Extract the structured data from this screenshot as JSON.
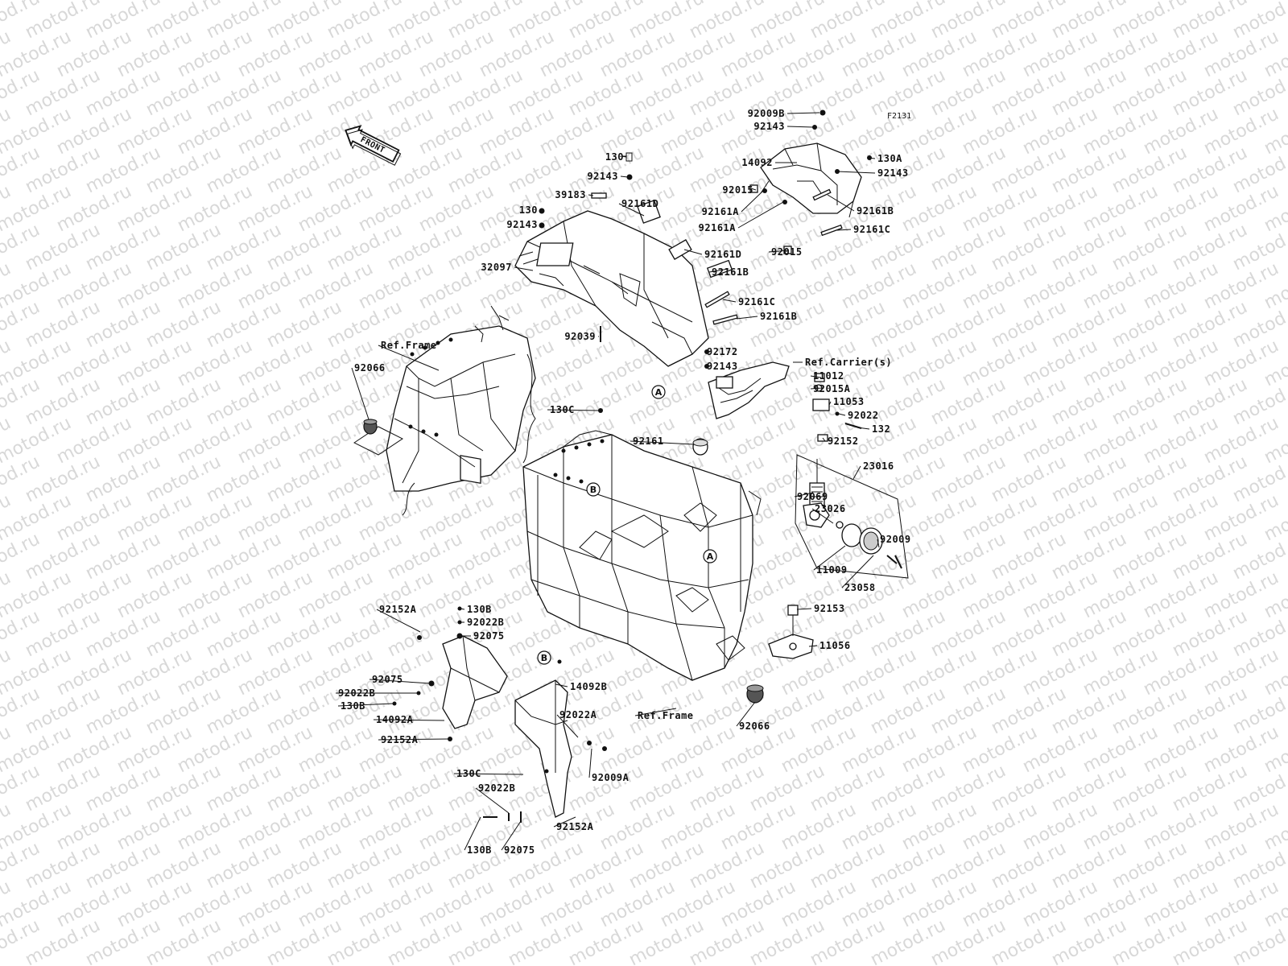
{
  "diagram": {
    "figure_code": "F2131",
    "front_arrow_label": "FRONT",
    "watermark_text": "motod.ru",
    "callouts": [
      "A",
      "A",
      "B",
      "B"
    ],
    "labels": [
      "92009B",
      "92143",
      "130",
      "130A",
      "14092",
      "92143",
      "92143",
      "39183",
      "92015",
      "92161D",
      "130",
      "92161A",
      "92161B",
      "92143",
      "92161A",
      "92161C",
      "92015",
      "32097",
      "92161D",
      "92161B",
      "92161C",
      "92161B",
      "92039",
      "92172",
      "92143",
      "Ref.Frame",
      "Ref.Carrier(s)",
      "11012",
      "92015A",
      "92066",
      "11053",
      "92022",
      "132",
      "130C",
      "92152",
      "92161",
      "23016",
      "92069",
      "23026",
      "92009",
      "11009",
      "23058",
      "92152A",
      "130B",
      "92153",
      "92022B",
      "92075",
      "11056",
      "14092B",
      "92075",
      "92022B",
      "130B",
      "14092A",
      "92022A",
      "Ref.Frame",
      "92066",
      "92152A",
      "92009A",
      "130C",
      "92022B",
      "92152A",
      "130B",
      "92075"
    ]
  }
}
